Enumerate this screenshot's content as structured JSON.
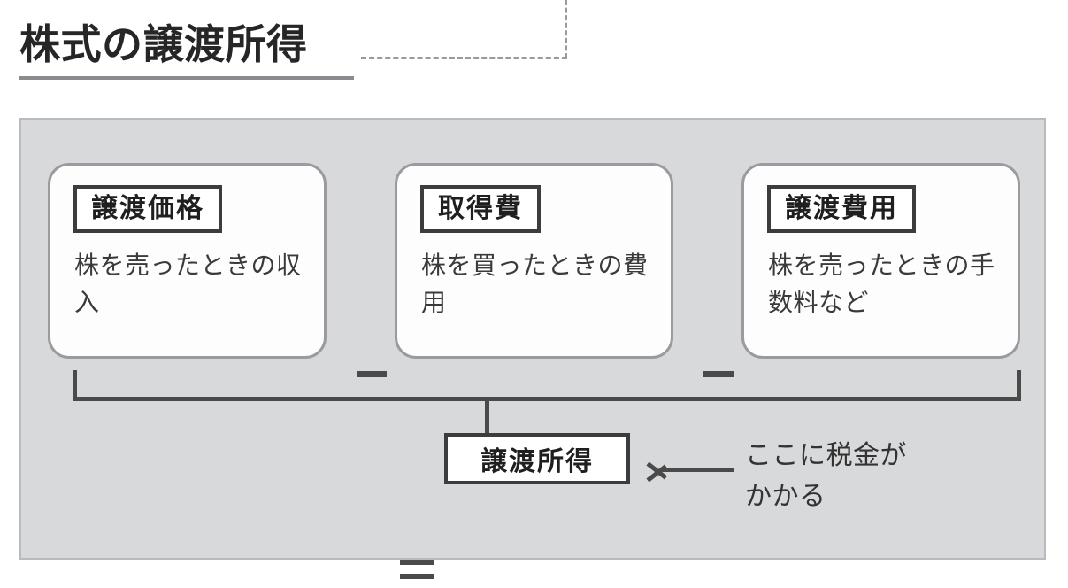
{
  "title": {
    "text": "株式の譲渡所得",
    "underline_color": "#8a8a8f",
    "connector": "dashed-callout-line"
  },
  "diagram": {
    "panel_background": "#d8d9db",
    "formula": "譲渡価格 − 取得費 − 譲渡費用 = 譲渡所得",
    "cards": [
      {
        "label": "譲渡価格",
        "description": "株を売ったときの収入"
      },
      {
        "label": "取得費",
        "description": "株を買ったときの費用"
      },
      {
        "label": "譲渡費用",
        "description": "株を売ったときの手数料など"
      }
    ],
    "operators": [
      "−",
      "−"
    ],
    "equals": "=",
    "result": {
      "label": "譲渡所得"
    },
    "callout": {
      "arrow": "left-arrow",
      "lines": [
        "ここに税金が",
        "かかる"
      ]
    }
  }
}
